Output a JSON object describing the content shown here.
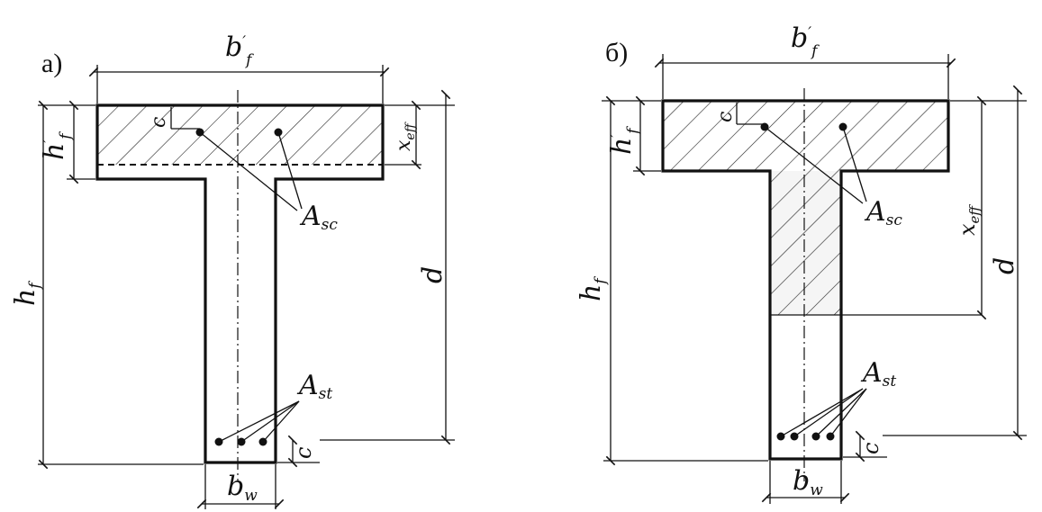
{
  "panels": [
    {
      "id": "a",
      "label": "а)",
      "flange_width": {
        "main": "b",
        "prime": "′",
        "sub": "f"
      },
      "flange_height": {
        "main": "h",
        "prime": "′",
        "sub": "f"
      },
      "total_height": {
        "main": "h",
        "sub": "f"
      },
      "x_eff": {
        "main": "x",
        "sub": "eff"
      },
      "d": {
        "main": "d"
      },
      "web_width": {
        "main": "b",
        "sub": "w"
      },
      "asc": {
        "main": "A",
        "sub": "sc"
      },
      "ast": {
        "main": "A",
        "sub": "st"
      },
      "c_top": {
        "main": "c"
      },
      "c_bottom": {
        "main": "c"
      }
    },
    {
      "id": "b",
      "label": "б)",
      "flange_width": {
        "main": "b",
        "prime": "′",
        "sub": "f"
      },
      "flange_height": {
        "main": "h",
        "prime": "′",
        "sub": "f"
      },
      "total_height": {
        "main": "h",
        "sub": "f"
      },
      "x_eff": {
        "main": "x",
        "sub": "eff"
      },
      "d": {
        "main": "d"
      },
      "web_width": {
        "main": "b",
        "sub": "w"
      },
      "asc": {
        "main": "A",
        "sub": "sc"
      },
      "ast": {
        "main": "A",
        "sub": "st"
      },
      "c_top": {
        "main": "c"
      },
      "c_bottom": {
        "main": "c"
      }
    }
  ]
}
